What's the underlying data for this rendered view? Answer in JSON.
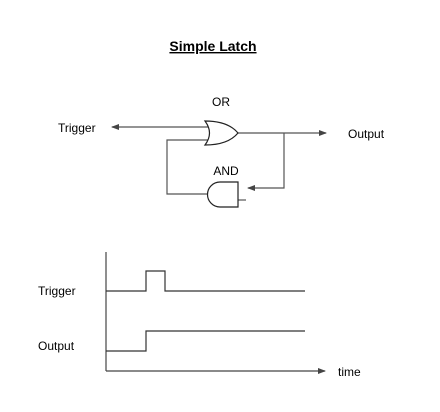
{
  "title": "Simple Latch",
  "circuit": {
    "trigger_label": "Trigger",
    "output_label": "Output",
    "or_label": "OR",
    "and_label": "AND"
  },
  "timing": {
    "trigger_label": "Trigger",
    "output_label": "Output",
    "time_label": "time"
  }
}
